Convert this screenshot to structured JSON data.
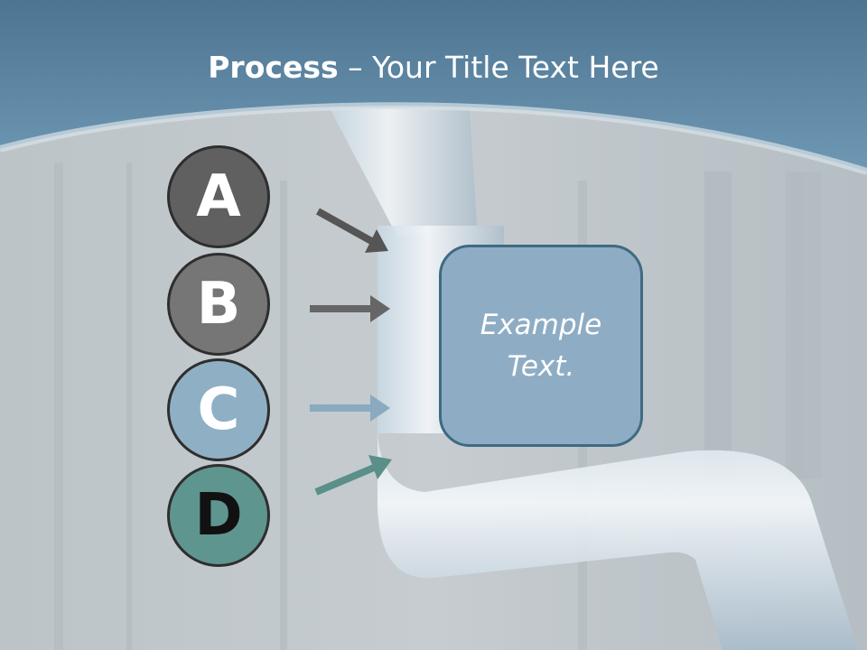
{
  "title": {
    "bold": "Process",
    "separator": " – ",
    "rest": "Your Title Text Here"
  },
  "steps": [
    {
      "letter": "A",
      "fill": "#606060",
      "text_color": "#ffffff"
    },
    {
      "letter": "B",
      "fill": "#767676",
      "text_color": "#ffffff"
    },
    {
      "letter": "C",
      "fill": "#8fafc4",
      "text_color": "#ffffff"
    },
    {
      "letter": "D",
      "fill": "#5f958f",
      "text_color": "#111111"
    }
  ],
  "arrow_colors": [
    "#555555",
    "#666666",
    "#8aaac0",
    "#5b8f89"
  ],
  "box": {
    "text": "Example Text."
  },
  "colors": {
    "header": "#5e87a4",
    "background": "#c2c8cc",
    "box_fill": "#8eadc4",
    "box_border": "#3f6a82"
  }
}
